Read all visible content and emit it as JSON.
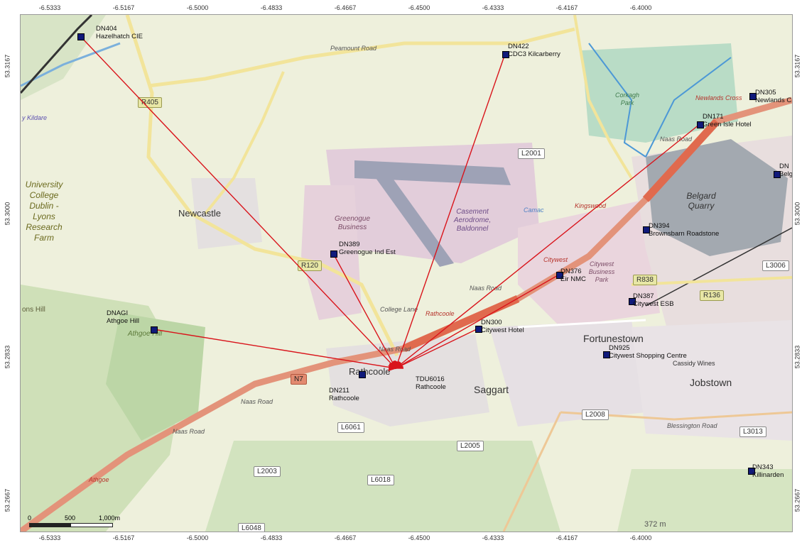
{
  "axes": {
    "x_ticks": [
      "-6.5333",
      "-6.5167",
      "-6.5000",
      "-6.4833",
      "-6.4667",
      "-6.4500",
      "-6.4333",
      "-6.4167",
      "-6.4000"
    ],
    "y_ticks_left": [
      "53.3167",
      "53.3000",
      "53.2833",
      "53.2667"
    ],
    "y_ticks_right": [
      "53.3167",
      "53.3000",
      "53.2833",
      "53.2667"
    ]
  },
  "target": {
    "code": "TDU6016",
    "name": "Rathcoole"
  },
  "sites": [
    {
      "code": "DN404",
      "name": "Hazelhatch CIE"
    },
    {
      "code": "DN422",
      "name": "CDC3 Kilcarberry"
    },
    {
      "code": "DN305",
      "name": "Newlands C"
    },
    {
      "code": "DN171",
      "name": "Green Isle Hotel"
    },
    {
      "code": "DN",
      "name": "Belg"
    },
    {
      "code": "DN394",
      "name": "Brownsbarn Roadstone"
    },
    {
      "code": "DN389",
      "name": "Greenogue Ind Est"
    },
    {
      "code": "DN376",
      "name": "Eir NMC"
    },
    {
      "code": "DN387",
      "name": "Citywest ESB"
    },
    {
      "code": "DN300",
      "name": "Citywest Hotel"
    },
    {
      "code": "DNAGI",
      "name": "Athgoe Hill"
    },
    {
      "code": "DN211",
      "name": "Rathcoole"
    },
    {
      "code": "DN925",
      "name": "Citywest Shopping Centre"
    },
    {
      "code": "DN343",
      "name": "Killinarden"
    }
  ],
  "places": {
    "newcastle": "Newcastle",
    "saggart": "Saggart",
    "rathcoole": "Rathcoole",
    "fortunestown": "Fortunestown",
    "jobstown": "Jobstown",
    "ucd": "University College Dublin - Lyons Research Farm",
    "greenogue": "Greenogue Business",
    "casement": "Casement Aerodrome, Baldonnel",
    "belgard": "Belgard Quarry",
    "corkagh": "Corkagh Park",
    "citywest_park": "Citywest Business Park",
    "athgoe_hill": "Athgoe Hill",
    "ons_hill": "ons Hill",
    "kingswood": "Kingswood",
    "citywest": "Citywest",
    "rathcoole_jct": "Rathcoole",
    "athgoe_jct": "Athgoe",
    "newlands_cross": "Newlands Cross",
    "kildare": "y Kildare",
    "camac": "Camac",
    "cassidy": "Cassidy Wines",
    "hill_height": "372 m"
  },
  "roads": {
    "r405": "R405",
    "r120": "R120",
    "n7": "N7",
    "l2001": "L2001",
    "r838": "R838",
    "r136": "R136",
    "l3006": "L3006",
    "l6061": "L6061",
    "l2005": "L2005",
    "l2008": "L2008",
    "l3013": "L3013",
    "l2003": "L2003",
    "l6018": "L6018",
    "l6048": "L6048",
    "peamount": "Peamount Road",
    "naas1": "Naas Road",
    "naas2": "Naas Road",
    "naas3": "Naas Road",
    "college": "College Lane",
    "blessington": "Blessington Road",
    "naas4": "Naas Road",
    "naas5": "Naas Road"
  },
  "scale": {
    "zero": "0",
    "mid": "500",
    "end": "1,000m"
  },
  "colors": {
    "link": "#d9141b",
    "site": "#101a7a",
    "n7": "#e3937a",
    "regional": "#f2e49a",
    "water": "#9cc7e8",
    "park": "#cfe3bf",
    "industrial": "#e6d1db",
    "airfield": "#dccbd8",
    "quarry": "#9aa0a8"
  }
}
